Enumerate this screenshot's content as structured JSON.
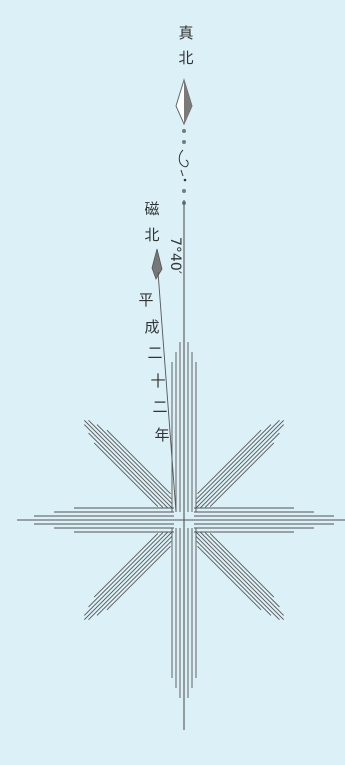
{
  "true_north": {
    "label_line1": "真",
    "label_line2": "北"
  },
  "magnetic_north": {
    "label_line1": "磁",
    "label_line2": "北",
    "declination": "7°40′",
    "declination_chars": [
      "7",
      "°",
      "4",
      "0",
      "′"
    ],
    "year_chars": [
      "平",
      "成",
      "二",
      "十",
      "二",
      "年"
    ]
  },
  "colors": {
    "background": "#dcf0f7",
    "line": "#555555",
    "text": "#333333"
  }
}
